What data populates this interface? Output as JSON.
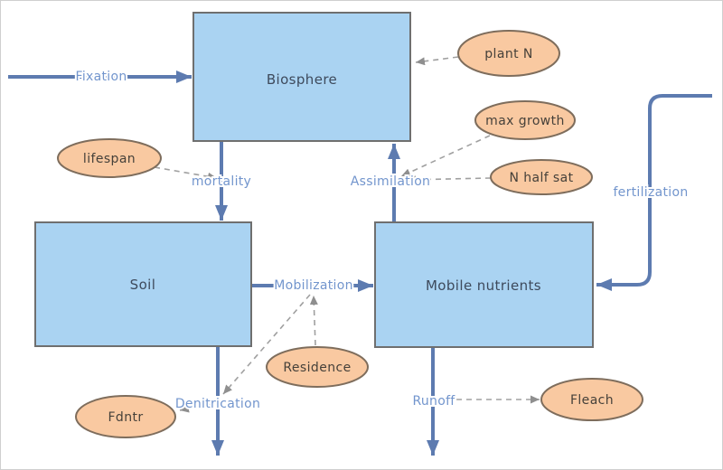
{
  "diagram": {
    "colors": {
      "background": "#ffffff",
      "box_fill": "#aad3f2",
      "box_border": "#6f6f6f",
      "ellipse_fill": "#f9c9a1",
      "ellipse_border": "#7e6d5c",
      "flow_color": "#5d7bb0",
      "flow_label_color": "#7295cd",
      "influence_color": "#a0a0a0",
      "influence_arrow": "#8f8f8f",
      "stock_text": "#3e4a5c",
      "variable_text": "#46413a"
    },
    "stocks": [
      {
        "label": "Biosphere"
      },
      {
        "label": "Soil"
      },
      {
        "label": "Mobile nutrients"
      }
    ],
    "variables": [
      {
        "label": "plant N"
      },
      {
        "label": "max growth"
      },
      {
        "label": "N half sat"
      },
      {
        "label": "lifespan"
      },
      {
        "label": "Residence"
      },
      {
        "label": "Fdntr"
      },
      {
        "label": "Fleach"
      }
    ],
    "flows": [
      {
        "label": "Fixation"
      },
      {
        "label": "mortality"
      },
      {
        "label": "Assimilation"
      },
      {
        "label": "Mobilization"
      },
      {
        "label": "Denitrication"
      },
      {
        "label": "Runoff"
      },
      {
        "label": "fertilization"
      }
    ]
  }
}
